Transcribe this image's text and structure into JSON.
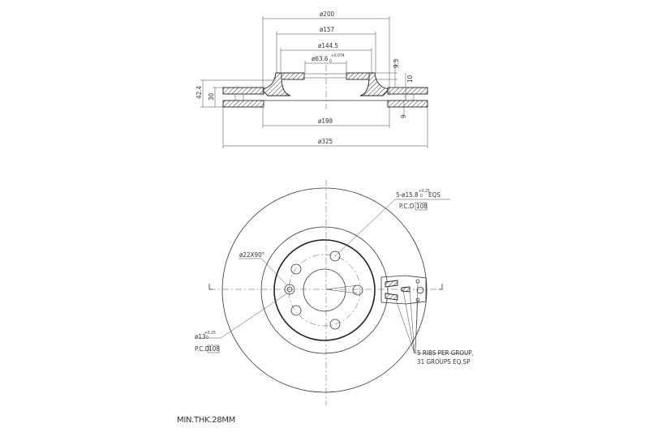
{
  "section_view": {
    "dims": {
      "d200": "ø200",
      "d157": "ø157",
      "d144": "ø144.5",
      "d63": "ø63.6",
      "d63_tol_upper": "+0.074",
      "d63_tol_lower": "0",
      "h95": "9.5",
      "h10": "10",
      "h9": "9",
      "h424": "42.4",
      "h30": "30",
      "d198": "ø198",
      "d325": "ø325"
    }
  },
  "face_view": {
    "bolt_label": "5-ø15.8",
    "bolt_tol_upper": "+0.25",
    "bolt_tol_lower": "0",
    "bolt_suffix": "EQS",
    "pcd_label": "P.C.D",
    "pcd_value": "108",
    "chamfer_label": "ø22X90°",
    "locator_label": "ø13",
    "locator_tol_upper": "+0.25",
    "locator_tol_lower": "0",
    "pcd2_label": "P.C.D",
    "pcd2_value": "108",
    "ribs_line1": "5 RIBS PER GROUP,",
    "ribs_line2": "31 GROUPS EQ.SP"
  },
  "note": "MIN.THK.28MM"
}
